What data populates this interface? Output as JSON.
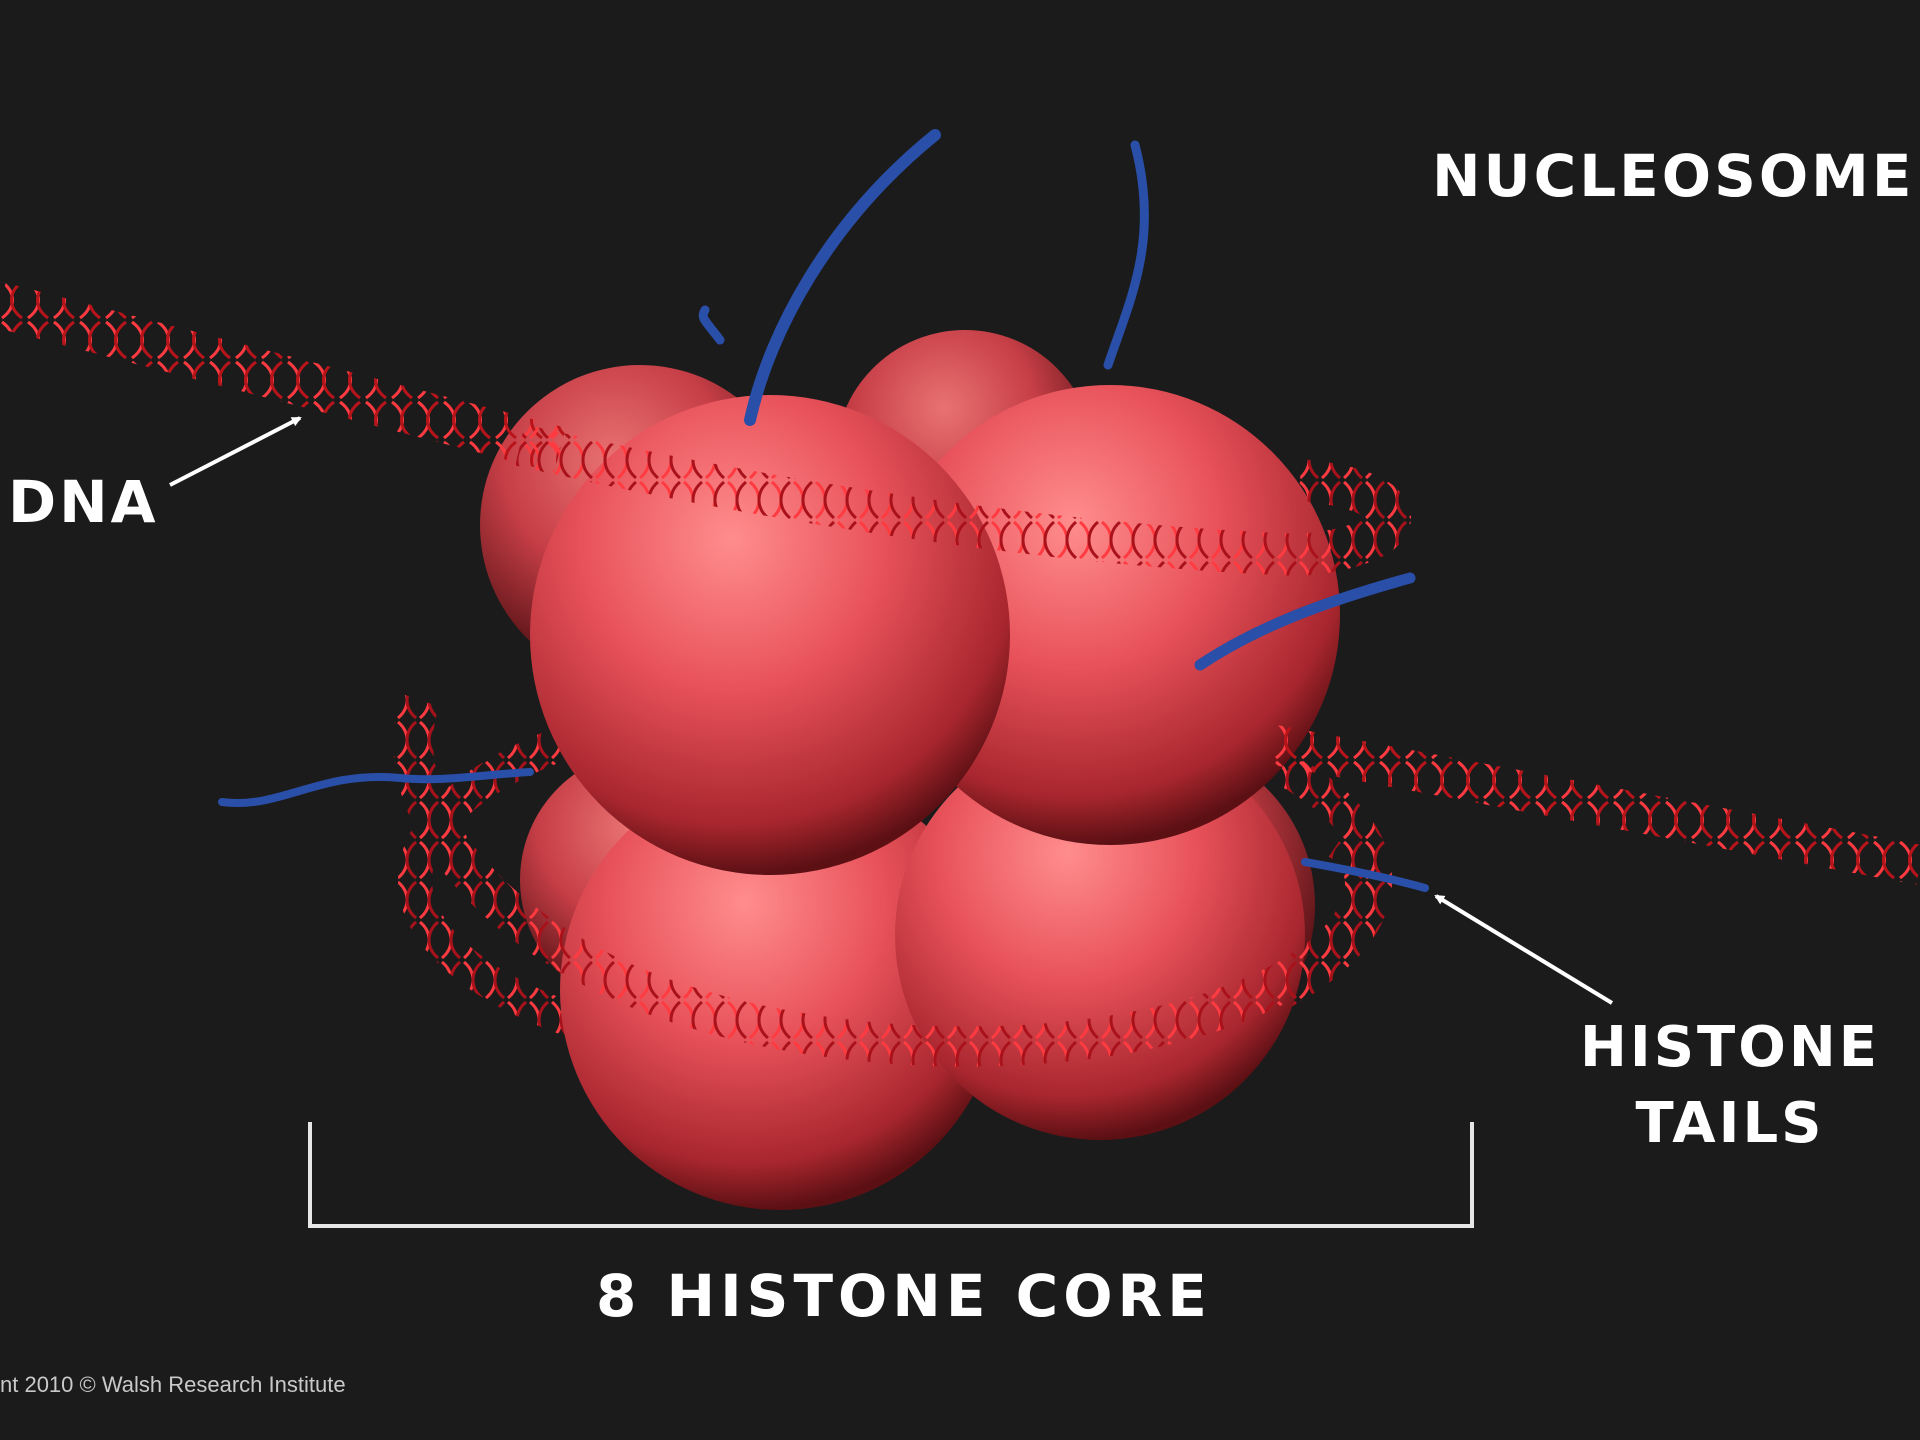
{
  "diagram": {
    "title": "NUCLEOSOME",
    "labels": {
      "dna": "DNA",
      "histone_tails_line1": "HISTONE",
      "histone_tails_line2": "TAILS",
      "histone_core": "8 HISTONE CORE"
    },
    "copyright": "nt 2010 © Walsh Research Institute",
    "histone_count": 8
  },
  "colors": {
    "background": "#1b1b1b",
    "histone": "#e8525a",
    "dna": "#e0262e",
    "tails": "#2a4fa8",
    "annotation": "#ffffff"
  }
}
